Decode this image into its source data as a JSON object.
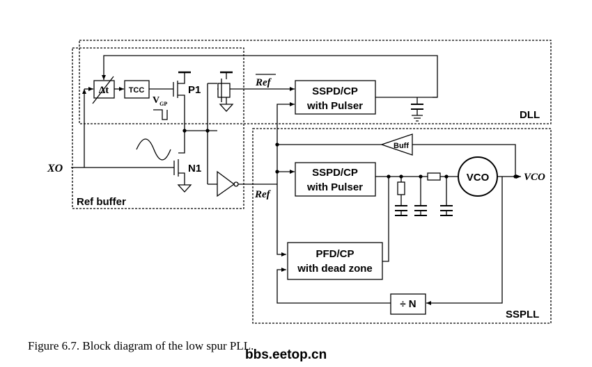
{
  "caption": "Figure 6.7. Block diagram of the low spur PLL.",
  "watermark": "bbs.eetop.cn",
  "regions": {
    "dll": "DLL",
    "sspll": "SSPLL",
    "ref_buffer": "Ref buffer"
  },
  "blocks": {
    "delay": "Δt",
    "tcc": "TCC",
    "sspd_top_line1": "SSPD/CP",
    "sspd_top_line2": "with Pulser",
    "sspd_mid_line1": "SSPD/CP",
    "sspd_mid_line2": "with Pulser",
    "pfd_line1": "PFD/CP",
    "pfd_line2": "with dead zone",
    "buff": "Buff",
    "vco": "VCO",
    "divider": "÷ N"
  },
  "signals": {
    "xo": "XO",
    "vco_out": "VCO",
    "ref_bar": "Ref",
    "ref": "Ref",
    "vgp_main": "V",
    "vgp_sub": "GP",
    "p1": "P1",
    "n1": "N1"
  }
}
